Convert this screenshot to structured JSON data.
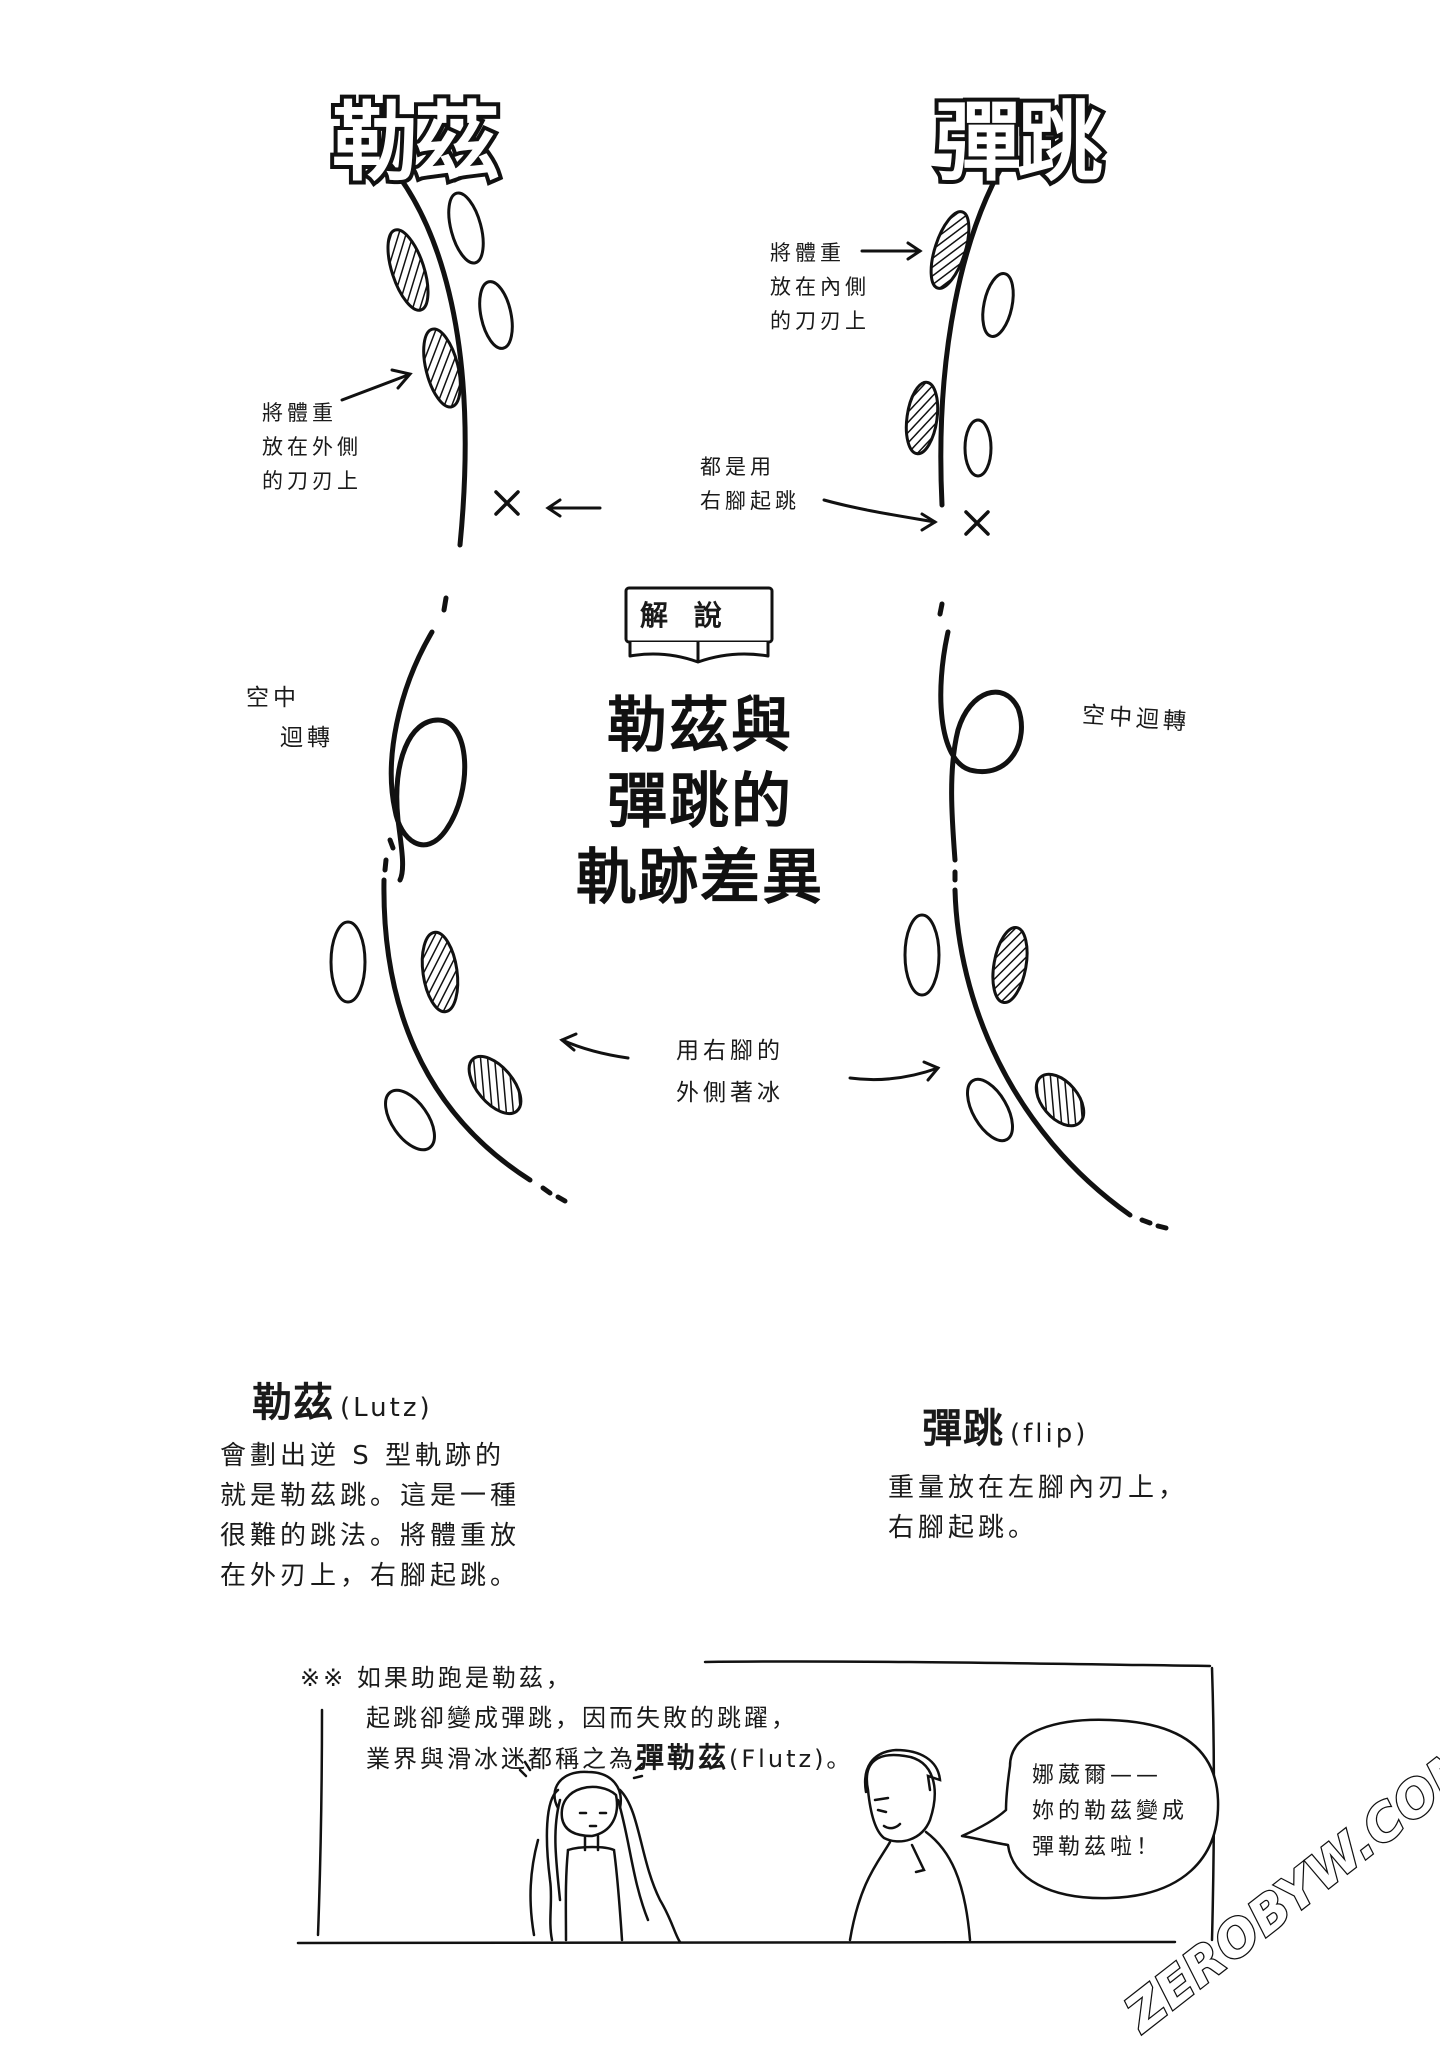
{
  "lutz_title": "勒茲",
  "flip_title": "彈跳",
  "lutz_top_note": [
    "將體重",
    "放在外側",
    "的刀刃上"
  ],
  "flip_top_note": [
    "將體重",
    "放在內側",
    "的刀刃上"
  ],
  "both_right_foot": [
    "都是用",
    "右腳起跳"
  ],
  "badge": "解 說",
  "center_title": [
    "勒茲與",
    "彈跳的",
    "軌跡差異"
  ],
  "air_left": [
    "空中",
    "迴轉"
  ],
  "air_right": "空中迴轉",
  "landing": [
    "用右腳的",
    "外側著冰"
  ],
  "lutz_section": {
    "heading": "勒茲",
    "sub": "(Lutz)",
    "text": "會劃出逆 S 型軌跡的就是勒茲跳。這是一種很難的跳法。將體重放在外刃上，右腳起跳。"
  },
  "flip_section": {
    "heading": "彈跳",
    "sub": "(flip)",
    "text": [
      "重量放在左腳內刃上，",
      "右腳起跳。"
    ]
  },
  "footnote": {
    "mark": "※",
    "line1": "如果助跑是勒茲，",
    "line2": "起跳卻變成彈跳，因而失敗的跳躍，",
    "line3_pre": "業界與滑冰迷都稱之為",
    "line3_bold": "彈勒茲",
    "line3_post": "(Flutz)。"
  },
  "bubble": [
    "娜葳爾——",
    "妳的勒茲變成",
    "彈勒茲啦！"
  ],
  "watermark": "ZEROBYW.COM"
}
